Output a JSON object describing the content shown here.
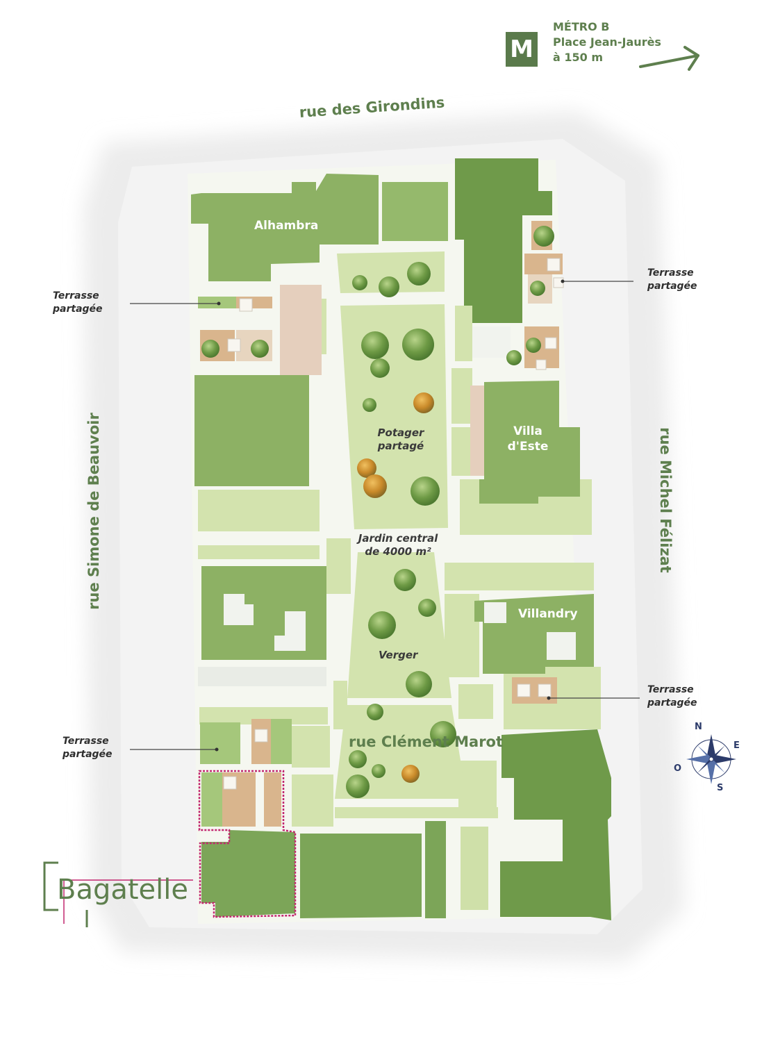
{
  "metro": {
    "icon_letter": "M",
    "line1": "MÉTRO B",
    "line2": "Place Jean-Jaurès",
    "line3": "à 150 m"
  },
  "streets": {
    "north": "rue des Girondins",
    "west": "rue Simone de Beauvoir",
    "east": "rue Michel Félizat",
    "south": "rue Clément Marot"
  },
  "buildings": {
    "alhambra": "Alhambra",
    "villa_este_line1": "Villa",
    "villa_este_line2": "d'Este",
    "villandry": "Villandry"
  },
  "gardens": {
    "potager_line1": "Potager",
    "potager_line2": "partagé",
    "central_line1": "Jardin central",
    "central_line2": "de 4000 m²",
    "verger": "Verger"
  },
  "terraces": {
    "line1": "Terrasse",
    "line2": "partagée"
  },
  "brand": {
    "logo_text": "Bagatelle"
  },
  "compass": {
    "n": "N",
    "e": "E",
    "s": "S",
    "o": "O"
  },
  "colors": {
    "building_roof": "#8db164",
    "building_dark": "#6f9a4a",
    "garden": "#d3e3ae",
    "lawn": "#c6db9c",
    "path": "#f4f6ef",
    "brand_green": "#5e7f4e",
    "highlight": "#c2266e"
  }
}
